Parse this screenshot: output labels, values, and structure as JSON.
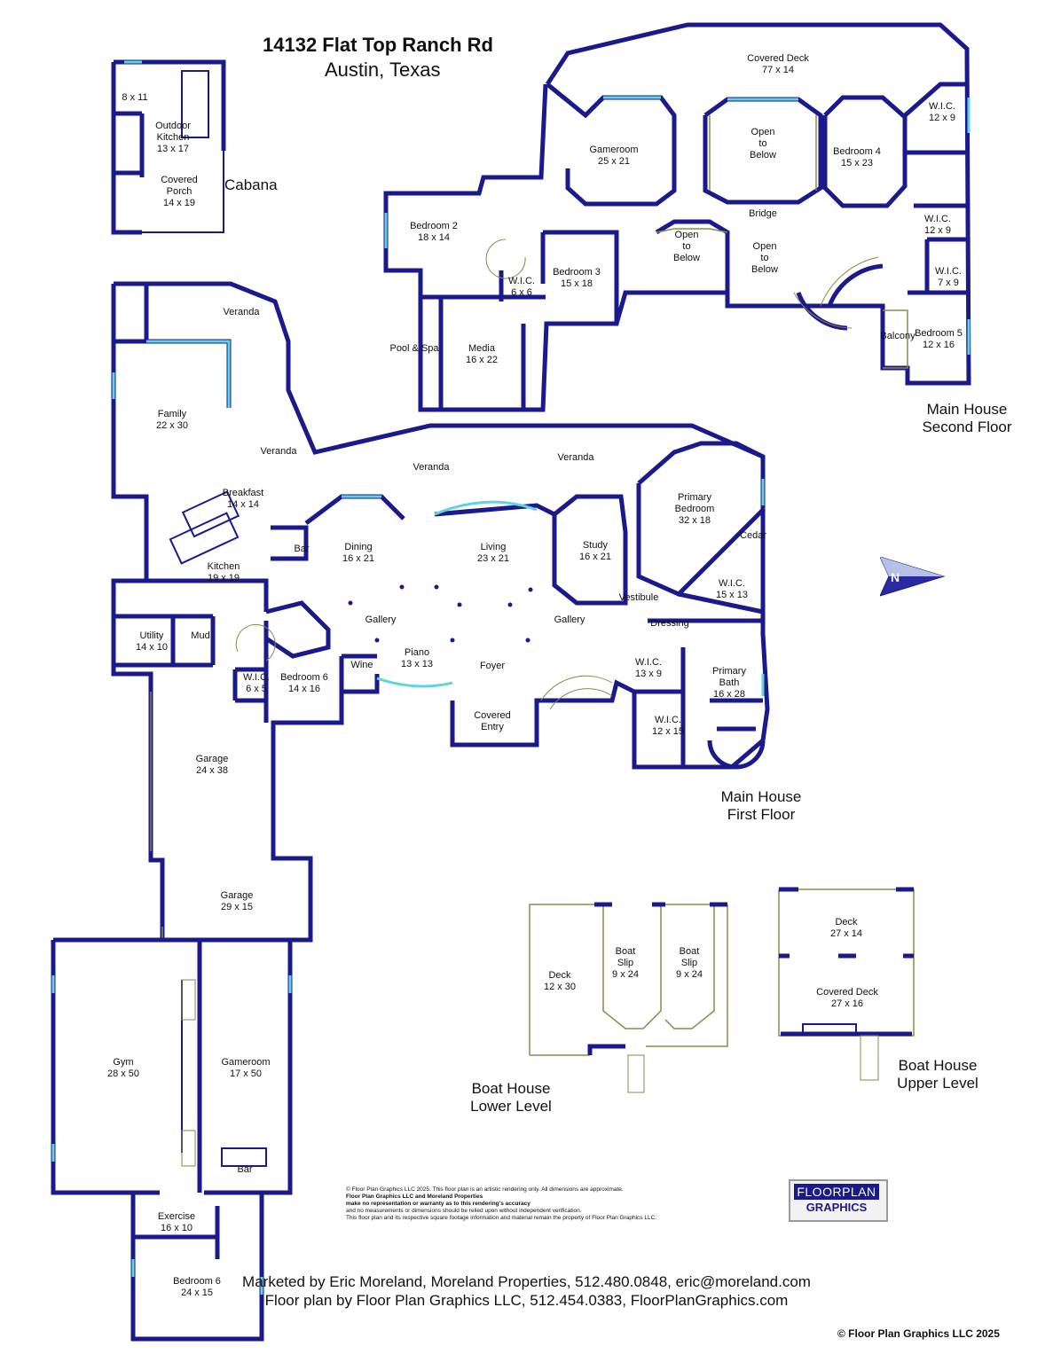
{
  "header": {
    "address": "14132 Flat Top Ranch Rd",
    "city": "Austin, Texas"
  },
  "sections": {
    "cabana": "Cabana",
    "second_floor": [
      "Main House",
      "Second Floor"
    ],
    "first_floor": [
      "Main House",
      "First Floor"
    ],
    "boat_lower": [
      "Boat House",
      "Lower Level"
    ],
    "boat_upper": [
      "Boat House",
      "Upper Level"
    ]
  },
  "rooms": {
    "cab_8x11": [
      "8 x 11"
    ],
    "outdoor_kitchen": [
      "Outdoor",
      "Kitchen",
      "13 x 17"
    ],
    "covered_porch": [
      "Covered",
      "Porch",
      "14 x 19"
    ],
    "covered_deck_top": [
      "Covered Deck",
      "77 x 14"
    ],
    "wic_12x9_a": [
      "W.I.C.",
      "12 x 9"
    ],
    "gameroom_up": [
      "Gameroom",
      "25 x 21"
    ],
    "open_below_1": [
      "Open",
      "to",
      "Below"
    ],
    "bedroom4": [
      "Bedroom 4",
      "15 x 23"
    ],
    "bridge": [
      "Bridge"
    ],
    "bedroom2": [
      "Bedroom 2",
      "18 x 14"
    ],
    "open_below_2": [
      "Open",
      "to",
      "Below"
    ],
    "open_below_3": [
      "Open",
      "to",
      "Below"
    ],
    "wic_12x9_b": [
      "W.I.C.",
      "12 x 9"
    ],
    "bedroom3": [
      "Bedroom 3",
      "15 x 18"
    ],
    "wic_6x6": [
      "W.I.C.",
      "6 x 6"
    ],
    "wic_7x9": [
      "W.I.C.",
      "7 x 9"
    ],
    "pool_spa": [
      "Pool & Spa"
    ],
    "media": [
      "Media",
      "16 x 22"
    ],
    "balcony": [
      "Balcony"
    ],
    "bedroom5": [
      "Bedroom 5",
      "12 x 16"
    ],
    "veranda_1": [
      "Veranda"
    ],
    "family": [
      "Family",
      "22 x 30"
    ],
    "veranda_2": [
      "Veranda"
    ],
    "veranda_3": [
      "Veranda"
    ],
    "veranda_4": [
      "Veranda"
    ],
    "breakfast": [
      "Breakfast",
      "14 x 14"
    ],
    "primary_bedroom": [
      "Primary",
      "Bedroom",
      "32 x 18"
    ],
    "bar": [
      "Bar"
    ],
    "dining": [
      "Dining",
      "16 x 21"
    ],
    "living": [
      "Living",
      "23 x 21"
    ],
    "study": [
      "Study",
      "16 x 21"
    ],
    "cedar": [
      "Cedar"
    ],
    "kitchen": [
      "Kitchen",
      "19 x 19"
    ],
    "wic_15x13": [
      "W.I.C.",
      "15 x 13"
    ],
    "vestibule": [
      "Vestibule"
    ],
    "gallery_1": [
      "Gallery"
    ],
    "gallery_2": [
      "Gallery"
    ],
    "dressing": [
      "Dressing"
    ],
    "utility": [
      "Utility",
      "14 x 10"
    ],
    "mud": [
      "Mud"
    ],
    "piano": [
      "Piano",
      "13 x 13"
    ],
    "foyer": [
      "Foyer"
    ],
    "wic_13x9": [
      "W.I.C.",
      "13 x 9"
    ],
    "primary_bath": [
      "Primary",
      "Bath",
      "16 x 28"
    ],
    "wic_6x5": [
      "W.I.C.",
      "6 x 5"
    ],
    "bedroom6_main": [
      "Bedroom 6",
      "14 x 16"
    ],
    "wine": [
      "Wine"
    ],
    "covered_entry": [
      "Covered",
      "Entry"
    ],
    "wic_12x15": [
      "W.I.C.",
      "12 x 15"
    ],
    "garage_1": [
      "Garage",
      "24 x 38"
    ],
    "garage_2": [
      "Garage",
      "29 x 15"
    ],
    "deck_12x30": [
      "Deck",
      "12 x 30"
    ],
    "boat_slip_1": [
      "Boat",
      "Slip",
      "9 x 24"
    ],
    "boat_slip_2": [
      "Boat",
      "Slip",
      "9 x 24"
    ],
    "deck_27x14": [
      "Deck",
      "27 x 14"
    ],
    "covered_deck_27x16": [
      "Covered Deck",
      "27 x 16"
    ],
    "gym": [
      "Gym",
      "28 x 50"
    ],
    "gameroom_low": [
      "Gameroom",
      "17 x 50"
    ],
    "bar_low": [
      "Bar"
    ],
    "exercise": [
      "Exercise",
      "16 x 10"
    ],
    "bedroom6_low": [
      "Bedroom 6",
      "24 x 15"
    ]
  },
  "disclaimer": {
    "line1": "© Floor Plan Graphics LLC 2025. This floor plan is an artistic rendering only. All dimensions are approximate.",
    "line2": "Floor Plan Graphics LLC and Moreland Properties",
    "line3": "make no representation or warranty as to this rendering's accuracy",
    "line4": "and no measurements or dimensions should be relied upon without independent verification.",
    "line5": "This floor plan and its respective square footage information and material remain the property of Floor Plan Graphics LLC."
  },
  "logo": {
    "line1": "FLOORPLAN",
    "line2": "GRAPHICS"
  },
  "footer": {
    "marketed": "Marketed by Eric Moreland, Moreland Properties, 512.480.0848, eric@moreland.com",
    "floorplan": "Floor plan by Floor Plan Graphics LLC, 512.454.0383, FloorPlanGraphics.com",
    "copyright": "© Floor Plan Graphics LLC 2025"
  },
  "colors": {
    "wall": "#1a1a8c",
    "glass": "#5fd3e0",
    "rail": "#8a8a4a"
  },
  "icons": [
    "north-arrow-icon"
  ]
}
